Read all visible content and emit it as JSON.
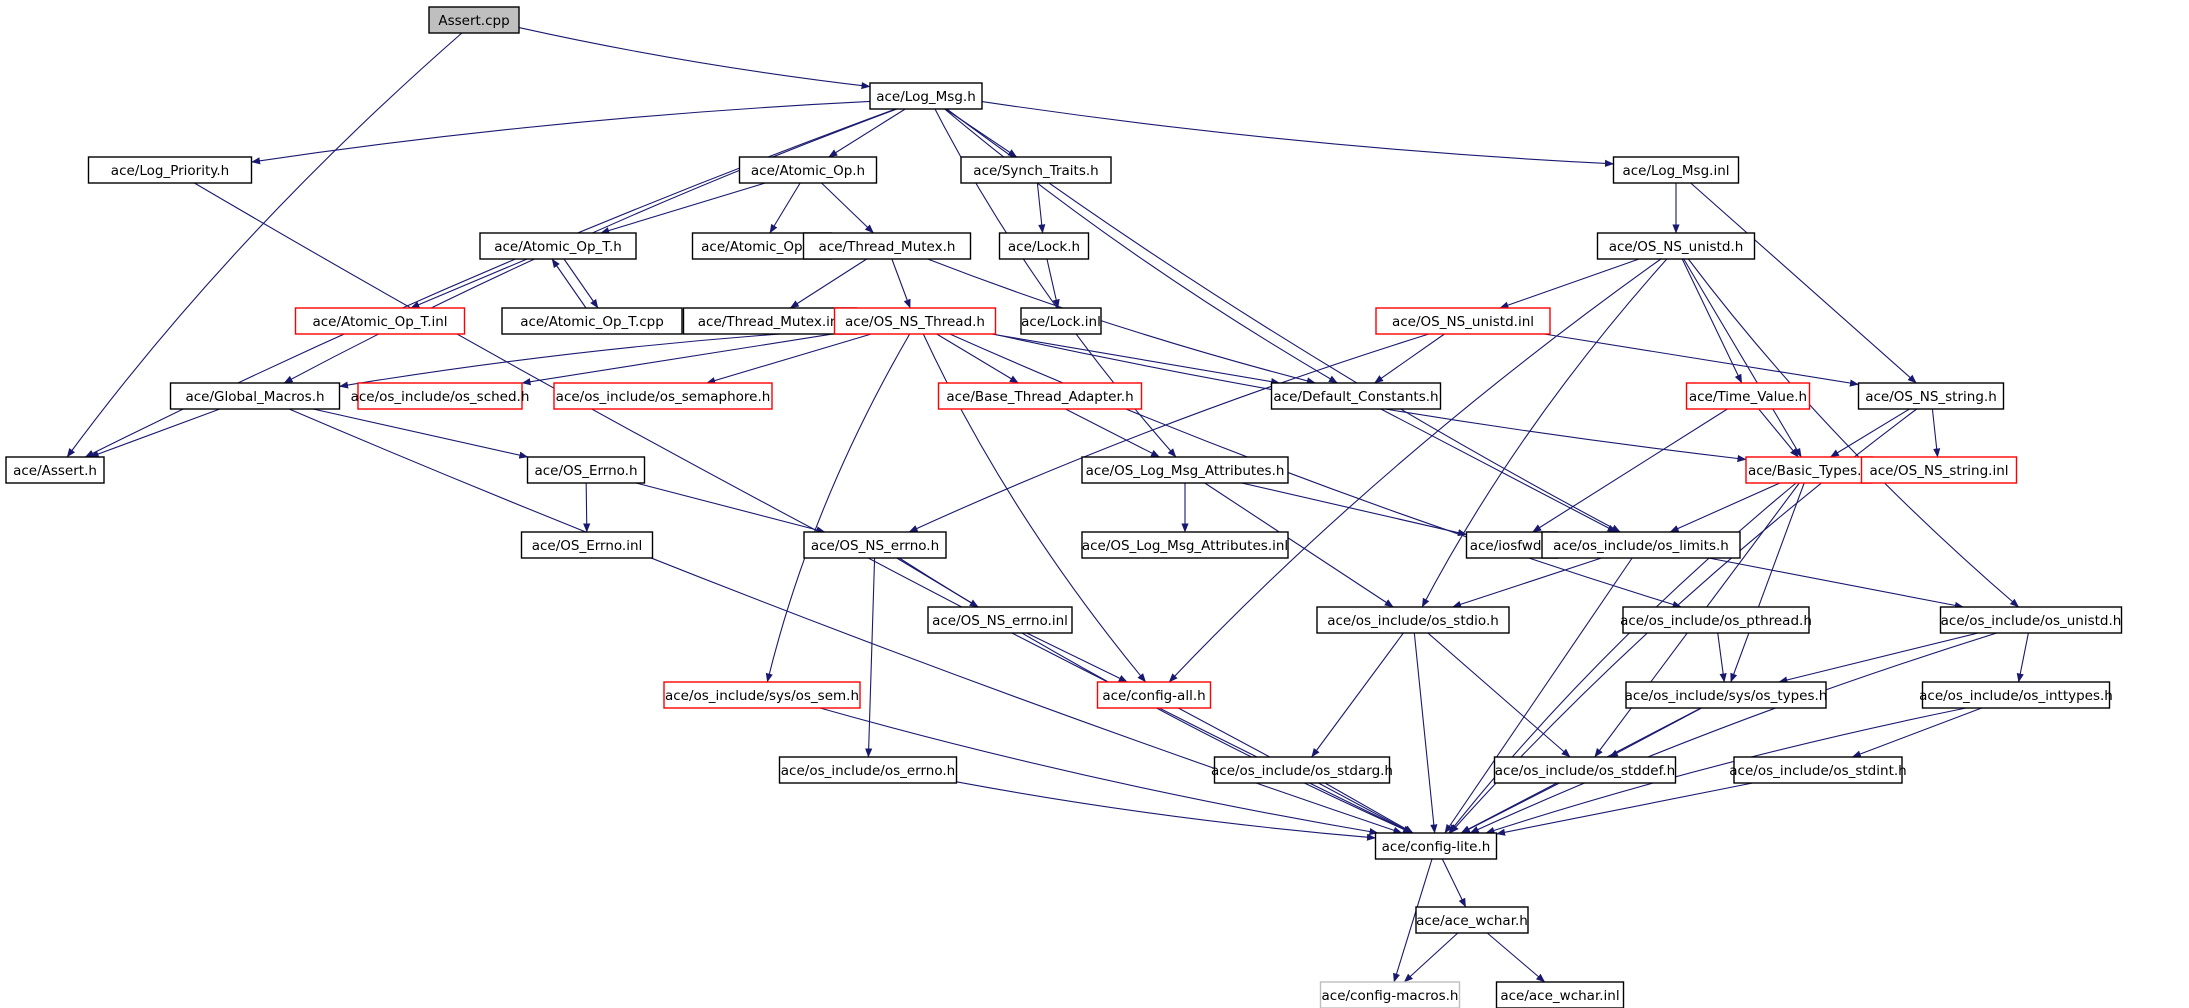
{
  "colors": {
    "edge": "#191970",
    "border_normal": "#000000",
    "border_truncated": "#ff0000",
    "border_undocumented": "#bfbfbf",
    "root_fill": "#bfbfbf",
    "node_fill": "#ffffff"
  },
  "nodes": [
    {
      "id": "assert_cpp",
      "label": "Assert.cpp",
      "style": "root"
    },
    {
      "id": "log_msg_h",
      "label": "ace/Log_Msg.h",
      "style": "normal"
    },
    {
      "id": "log_priority_h",
      "label": "ace/Log_Priority.h",
      "style": "normal"
    },
    {
      "id": "atomic_op_h",
      "label": "ace/Atomic_Op.h",
      "style": "normal"
    },
    {
      "id": "synch_traits_h",
      "label": "ace/Synch_Traits.h",
      "style": "normal"
    },
    {
      "id": "log_msg_inl",
      "label": "ace/Log_Msg.inl",
      "style": "normal"
    },
    {
      "id": "atomic_op_t_h",
      "label": "ace/Atomic_Op_T.h",
      "style": "normal"
    },
    {
      "id": "atomic_op_inl",
      "label": "ace/Atomic_Op.inl",
      "style": "normal"
    },
    {
      "id": "thread_mutex_h",
      "label": "ace/Thread_Mutex.h",
      "style": "normal"
    },
    {
      "id": "lock_h",
      "label": "ace/Lock.h",
      "style": "normal"
    },
    {
      "id": "os_ns_unistd_h",
      "label": "ace/OS_NS_unistd.h",
      "style": "normal"
    },
    {
      "id": "atomic_op_t_inl",
      "label": "ace/Atomic_Op_T.inl",
      "style": "truncated"
    },
    {
      "id": "atomic_op_t_cpp",
      "label": "ace/Atomic_Op_T.cpp",
      "style": "normal"
    },
    {
      "id": "thread_mutex_inl",
      "label": "ace/Thread_Mutex.inl",
      "style": "normal"
    },
    {
      "id": "os_ns_thread_h",
      "label": "ace/OS_NS_Thread.h",
      "style": "truncated"
    },
    {
      "id": "lock_inl",
      "label": "ace/Lock.inl",
      "style": "normal"
    },
    {
      "id": "os_ns_unistd_inl",
      "label": "ace/OS_NS_unistd.inl",
      "style": "truncated"
    },
    {
      "id": "global_macros_h",
      "label": "ace/Global_Macros.h",
      "style": "normal"
    },
    {
      "id": "os_sched_h",
      "label": "ace/os_include/os_sched.h",
      "style": "truncated"
    },
    {
      "id": "os_semaphore_h",
      "label": "ace/os_include/os_semaphore.h",
      "style": "truncated"
    },
    {
      "id": "base_thread_adapter_h",
      "label": "ace/Base_Thread_Adapter.h",
      "style": "truncated"
    },
    {
      "id": "default_constants_h",
      "label": "ace/Default_Constants.h",
      "style": "normal"
    },
    {
      "id": "time_value_h",
      "label": "ace/Time_Value.h",
      "style": "truncated"
    },
    {
      "id": "os_ns_string_h",
      "label": "ace/OS_NS_string.h",
      "style": "normal"
    },
    {
      "id": "assert_h",
      "label": "ace/Assert.h",
      "style": "normal"
    },
    {
      "id": "os_errno_h",
      "label": "ace/OS_Errno.h",
      "style": "normal"
    },
    {
      "id": "os_log_msg_attributes_h",
      "label": "ace/OS_Log_Msg_Attributes.h",
      "style": "normal"
    },
    {
      "id": "basic_types_h",
      "label": "ace/Basic_Types.h",
      "style": "truncated"
    },
    {
      "id": "os_ns_string_inl",
      "label": "ace/OS_NS_string.inl",
      "style": "truncated"
    },
    {
      "id": "os_errno_inl",
      "label": "ace/OS_Errno.inl",
      "style": "normal"
    },
    {
      "id": "os_ns_errno_h",
      "label": "ace/OS_NS_errno.h",
      "style": "normal"
    },
    {
      "id": "os_log_msg_attributes_inl",
      "label": "ace/OS_Log_Msg_Attributes.inl",
      "style": "normal"
    },
    {
      "id": "iosfwd_h",
      "label": "ace/iosfwd.h",
      "style": "normal"
    },
    {
      "id": "os_limits_h",
      "label": "ace/os_include/os_limits.h",
      "style": "normal"
    },
    {
      "id": "os_ns_errno_inl",
      "label": "ace/OS_NS_errno.inl",
      "style": "normal"
    },
    {
      "id": "os_stdio_h",
      "label": "ace/os_include/os_stdio.h",
      "style": "normal"
    },
    {
      "id": "os_pthread_h",
      "label": "ace/os_include/os_pthread.h",
      "style": "normal"
    },
    {
      "id": "os_unistd_h",
      "label": "ace/os_include/os_unistd.h",
      "style": "normal"
    },
    {
      "id": "os_sem_h",
      "label": "ace/os_include/sys/os_sem.h",
      "style": "truncated"
    },
    {
      "id": "config_all_h",
      "label": "ace/config-all.h",
      "style": "truncated"
    },
    {
      "id": "os_types_h",
      "label": "ace/os_include/sys/os_types.h",
      "style": "normal"
    },
    {
      "id": "os_inttypes_h",
      "label": "ace/os_include/os_inttypes.h",
      "style": "normal"
    },
    {
      "id": "os_errno_os_h",
      "label": "ace/os_include/os_errno.h",
      "style": "normal"
    },
    {
      "id": "os_stdarg_h",
      "label": "ace/os_include/os_stdarg.h",
      "style": "normal"
    },
    {
      "id": "os_stddef_h",
      "label": "ace/os_include/os_stddef.h",
      "style": "normal"
    },
    {
      "id": "os_stdint_h",
      "label": "ace/os_include/os_stdint.h",
      "style": "normal"
    },
    {
      "id": "config_lite_h",
      "label": "ace/config-lite.h",
      "style": "normal"
    },
    {
      "id": "ace_wchar_h",
      "label": "ace/ace_wchar.h",
      "style": "normal"
    },
    {
      "id": "config_macros_h",
      "label": "ace/config-macros.h",
      "style": "undocumented"
    },
    {
      "id": "ace_wchar_inl",
      "label": "ace/ace_wchar.inl",
      "style": "normal"
    }
  ],
  "edges": [
    [
      "assert_cpp",
      "log_msg_h"
    ],
    [
      "assert_cpp",
      "assert_h"
    ],
    [
      "log_msg_h",
      "log_priority_h"
    ],
    [
      "log_msg_h",
      "atomic_op_h"
    ],
    [
      "log_msg_h",
      "synch_traits_h"
    ],
    [
      "log_msg_h",
      "log_msg_inl"
    ],
    [
      "log_msg_h",
      "global_macros_h"
    ],
    [
      "log_msg_h",
      "assert_h"
    ],
    [
      "log_msg_h",
      "default_constants_h"
    ],
    [
      "log_msg_h",
      "os_log_msg_attributes_h"
    ],
    [
      "log_msg_h",
      "os_limits_h"
    ],
    [
      "log_priority_h",
      "config_lite_h"
    ],
    [
      "atomic_op_h",
      "atomic_op_t_h"
    ],
    [
      "atomic_op_h",
      "atomic_op_inl"
    ],
    [
      "atomic_op_h",
      "thread_mutex_h"
    ],
    [
      "atomic_op_t_h",
      "atomic_op_t_inl"
    ],
    [
      "atomic_op_t_h",
      "atomic_op_t_cpp"
    ],
    [
      "atomic_op_t_cpp",
      "atomic_op_t_h"
    ],
    [
      "thread_mutex_h",
      "thread_mutex_inl"
    ],
    [
      "thread_mutex_h",
      "os_ns_thread_h"
    ],
    [
      "thread_mutex_h",
      "default_constants_h"
    ],
    [
      "synch_traits_h",
      "lock_h"
    ],
    [
      "lock_h",
      "lock_inl"
    ],
    [
      "log_msg_inl",
      "os_ns_unistd_h"
    ],
    [
      "log_msg_inl",
      "os_ns_string_h"
    ],
    [
      "os_ns_unistd_h",
      "os_ns_unistd_inl"
    ],
    [
      "os_ns_unistd_h",
      "time_value_h"
    ],
    [
      "os_ns_unistd_h",
      "basic_types_h"
    ],
    [
      "os_ns_unistd_h",
      "os_unistd_h"
    ],
    [
      "os_ns_unistd_h",
      "os_stdio_h"
    ],
    [
      "os_ns_unistd_h",
      "config_all_h"
    ],
    [
      "os_ns_unistd_inl",
      "default_constants_h"
    ],
    [
      "os_ns_unistd_inl",
      "os_ns_string_h"
    ],
    [
      "os_ns_unistd_inl",
      "os_ns_errno_h"
    ],
    [
      "os_ns_thread_h",
      "global_macros_h"
    ],
    [
      "os_ns_thread_h",
      "os_sched_h"
    ],
    [
      "os_ns_thread_h",
      "os_semaphore_h"
    ],
    [
      "os_ns_thread_h",
      "base_thread_adapter_h"
    ],
    [
      "os_ns_thread_h",
      "default_constants_h"
    ],
    [
      "os_ns_thread_h",
      "basic_types_h"
    ],
    [
      "os_ns_thread_h",
      "os_sem_h"
    ],
    [
      "os_ns_thread_h",
      "config_all_h"
    ],
    [
      "os_ns_thread_h",
      "os_pthread_h"
    ],
    [
      "global_macros_h",
      "assert_h"
    ],
    [
      "global_macros_h",
      "os_errno_h"
    ],
    [
      "global_macros_h",
      "config_lite_h"
    ],
    [
      "base_thread_adapter_h",
      "os_log_msg_attributes_h"
    ],
    [
      "default_constants_h",
      "os_limits_h"
    ],
    [
      "time_value_h",
      "basic_types_h"
    ],
    [
      "time_value_h",
      "iosfwd_h"
    ],
    [
      "os_ns_string_h",
      "basic_types_h"
    ],
    [
      "os_ns_string_h",
      "os_ns_string_inl"
    ],
    [
      "os_ns_string_h",
      "config_lite_h"
    ],
    [
      "os_errno_h",
      "os_errno_inl"
    ],
    [
      "os_errno_h",
      "os_ns_errno_h"
    ],
    [
      "os_log_msg_attributes_h",
      "os_log_msg_attributes_inl"
    ],
    [
      "os_log_msg_attributes_h",
      "iosfwd_h"
    ],
    [
      "os_log_msg_attributes_h",
      "os_stdio_h"
    ],
    [
      "basic_types_h",
      "os_limits_h"
    ],
    [
      "basic_types_h",
      "os_types_h"
    ],
    [
      "basic_types_h",
      "os_stddef_h"
    ],
    [
      "basic_types_h",
      "config_lite_h"
    ],
    [
      "os_ns_errno_h",
      "os_ns_errno_inl"
    ],
    [
      "os_ns_errno_h",
      "os_errno_os_h"
    ],
    [
      "os_ns_errno_h",
      "config_lite_h"
    ],
    [
      "os_limits_h",
      "os_stdio_h"
    ],
    [
      "os_limits_h",
      "os_unistd_h"
    ],
    [
      "os_limits_h",
      "config_lite_h"
    ],
    [
      "os_ns_errno_inl",
      "config_all_h"
    ],
    [
      "os_stdio_h",
      "os_stdarg_h"
    ],
    [
      "os_stdio_h",
      "os_stddef_h"
    ],
    [
      "os_stdio_h",
      "config_lite_h"
    ],
    [
      "os_pthread_h",
      "os_types_h"
    ],
    [
      "os_unistd_h",
      "os_types_h"
    ],
    [
      "os_unistd_h",
      "os_inttypes_h"
    ],
    [
      "os_unistd_h",
      "config_lite_h"
    ],
    [
      "os_sem_h",
      "config_lite_h"
    ],
    [
      "config_all_h",
      "config_lite_h"
    ],
    [
      "os_types_h",
      "os_stddef_h"
    ],
    [
      "os_types_h",
      "config_lite_h"
    ],
    [
      "os_inttypes_h",
      "os_stdint_h"
    ],
    [
      "os_inttypes_h",
      "config_lite_h"
    ],
    [
      "os_errno_os_h",
      "config_lite_h"
    ],
    [
      "os_stdarg_h",
      "config_lite_h"
    ],
    [
      "os_stddef_h",
      "config_lite_h"
    ],
    [
      "os_stdint_h",
      "config_lite_h"
    ],
    [
      "config_lite_h",
      "ace_wchar_h"
    ],
    [
      "config_lite_h",
      "config_macros_h"
    ],
    [
      "ace_wchar_h",
      "config_macros_h"
    ],
    [
      "ace_wchar_h",
      "ace_wchar_inl"
    ]
  ]
}
